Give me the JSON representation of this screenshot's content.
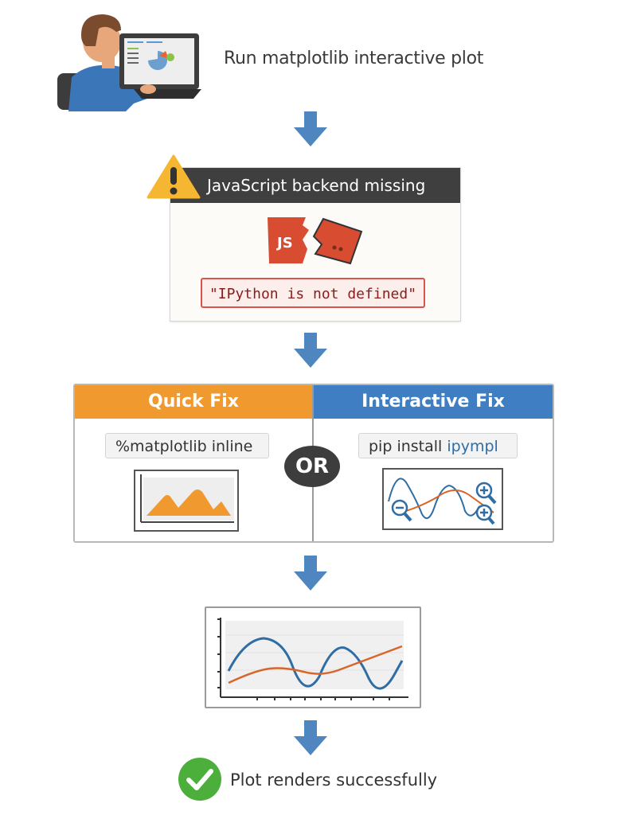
{
  "steps": {
    "run": {
      "label": "Run matplotlib interactive plot",
      "icon": "person-at-laptop-icon"
    },
    "error": {
      "header": "JavaScript backend missing",
      "warning_icon": "warning-triangle-icon",
      "broken_icon_label": "JS",
      "message": "\"IPython is not defined\""
    },
    "fixes": {
      "quick": {
        "header": "Quick Fix",
        "command": "%matplotlib inline",
        "color": "#f0992f"
      },
      "separator": "OR",
      "interactive": {
        "header": "Interactive Fix",
        "command_prefix": "pip install ",
        "command_package": "ipympl",
        "color": "#3f7ec2"
      }
    },
    "result": {
      "chart_icon": "line-chart-icon"
    },
    "success": {
      "label": "Plot renders successfully",
      "icon": "check-circle-icon"
    }
  },
  "colors": {
    "arrow": "#4f86c0",
    "warning": "#f5b731",
    "error_red": "#d9534f",
    "success_green": "#4caf3c",
    "series_blue": "#2f6da3",
    "series_orange": "#d9652b"
  }
}
